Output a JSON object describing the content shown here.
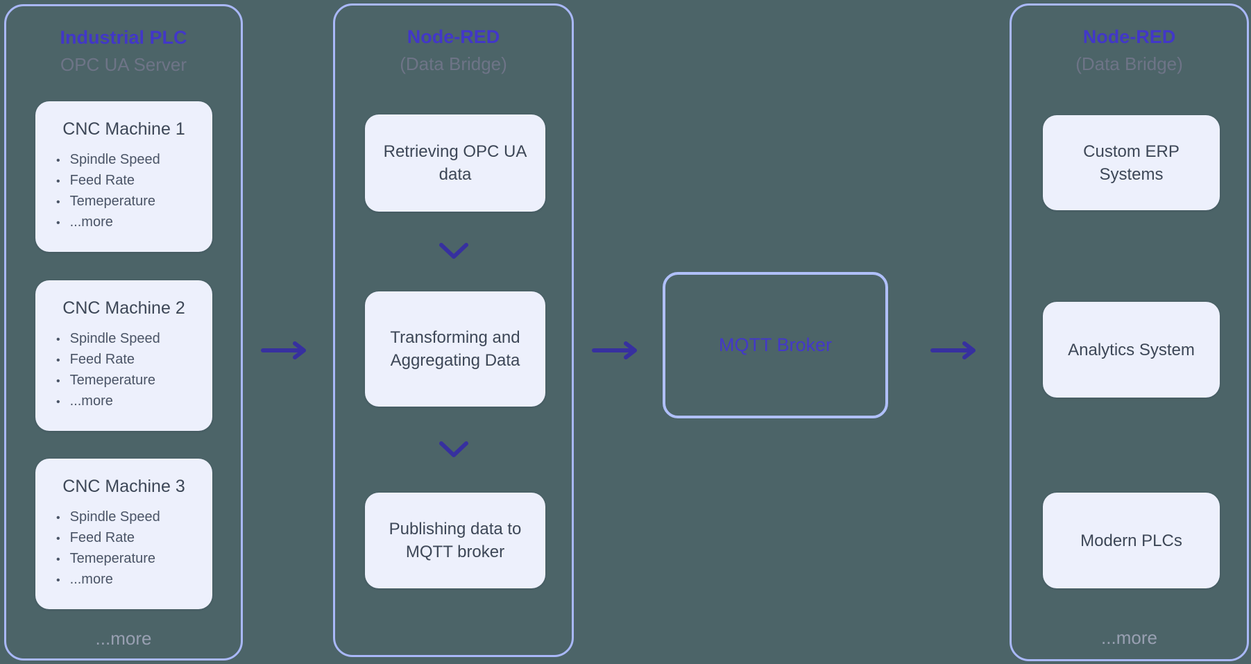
{
  "colors": {
    "bg": "#4c6468",
    "panel_border": "#a9b8f9",
    "broker_border": "#b0c0fb",
    "card_bg": "#edf0fc",
    "heading": "#4237c8",
    "broker_text": "#4338c8",
    "subtitle": "#6e7487",
    "more": "#99a0b2",
    "card_title": "#3d4757",
    "card_text": "#4a5466",
    "arrow": "#37309f"
  },
  "icons": {
    "flow_arrow": "arrow-right",
    "step_arrow": "chevron-down"
  },
  "left": {
    "title": "Industrial PLC",
    "subtitle": "OPC UA Server",
    "machines": [
      {
        "title": "CNC Machine 1",
        "items": [
          "Spindle Speed",
          "Feed Rate",
          "Temeperature",
          "...more"
        ]
      },
      {
        "title": "CNC Machine 2",
        "items": [
          "Spindle Speed",
          "Feed Rate",
          "Temeperature",
          "...more"
        ]
      },
      {
        "title": "CNC Machine 3",
        "items": [
          "Spindle Speed",
          "Feed Rate",
          "Temeperature",
          "...more"
        ]
      }
    ],
    "more_label": "...more"
  },
  "bridge_in": {
    "title": "Node-RED",
    "subtitle": "(Data Bridge)",
    "steps": [
      "Retrieving OPC UA data",
      "Transforming and Aggregating Data",
      "Publishing data to MQTT broker"
    ]
  },
  "broker": {
    "label": "MQTT Broker"
  },
  "bridge_out": {
    "title": "Node-RED",
    "subtitle": "(Data Bridge)",
    "systems": [
      "Custom ERP Systems",
      "Analytics System",
      "Modern PLCs"
    ],
    "more_label": "...more"
  }
}
